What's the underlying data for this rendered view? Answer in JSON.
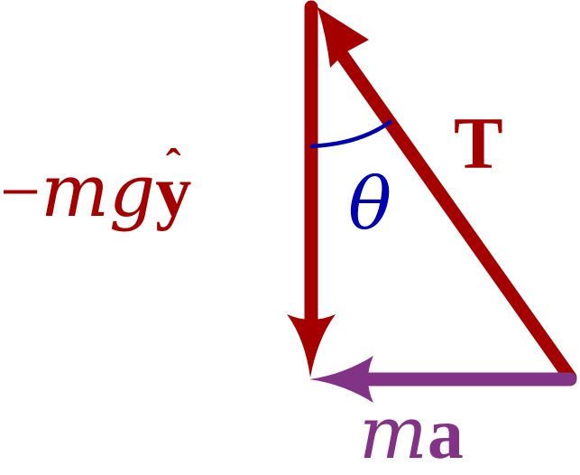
{
  "diagram": {
    "type": "force-vector-triangle",
    "description": "Free-body vector triangle: tension T plus gravity -mg y-hat sums to ma",
    "colors": {
      "force_red": "#a50000",
      "angle_blue": "#0000b0",
      "acceleration_purple": "#833385",
      "background": "#ffffff"
    },
    "vectors": [
      {
        "id": "gravity",
        "label_parts": [
          "−",
          "m",
          "g",
          "y",
          "ˆ"
        ],
        "direction": "down",
        "color": "#a50000"
      },
      {
        "id": "tension",
        "label": "T",
        "direction": "up-left",
        "color": "#a50000"
      },
      {
        "id": "net",
        "label_parts": [
          "m",
          "a"
        ],
        "direction": "left",
        "color": "#833385"
      }
    ],
    "angle": {
      "label": "θ",
      "between": [
        "gravity",
        "tension"
      ],
      "color": "#0000b0"
    }
  },
  "labels": {
    "gravity": {
      "minus": "−",
      "m": "m",
      "g": "g",
      "y": "y",
      "hat": "ˆ"
    },
    "tension": "T",
    "theta": "θ",
    "ma": {
      "m": "m",
      "a": "a"
    }
  }
}
